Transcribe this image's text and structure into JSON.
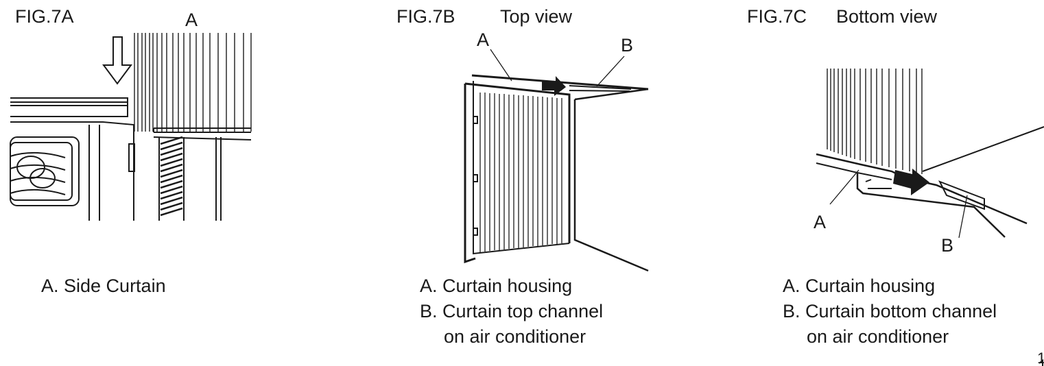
{
  "fig_a": {
    "title": "FIG.7A",
    "callout": "A",
    "caption": [
      "A. Side Curtain"
    ]
  },
  "fig_b": {
    "title": "FIG.7B",
    "subtitle": "Top view",
    "callout_a": "A",
    "callout_b": "B",
    "caption": [
      "A. Curtain housing",
      "B. Curtain top channel",
      "on air conditioner"
    ]
  },
  "fig_c": {
    "title": "FIG.7C",
    "subtitle": "Bottom view",
    "callout_a": "A",
    "callout_b": "B",
    "caption": [
      "A. Curtain housing",
      "B. Curtain bottom channel",
      "on air conditioner"
    ]
  },
  "page_number": "1"
}
